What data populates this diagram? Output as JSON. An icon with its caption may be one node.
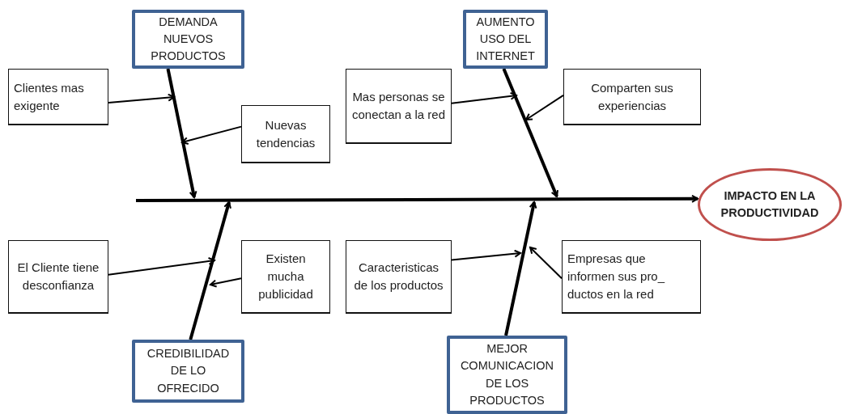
{
  "diagram": {
    "nodes": [
      {
        "text": [
          "DEMANDA NUEVOS PRODUCTOS"
        ]
      },
      {
        "text": [
          "AUMENTO USO DEL INTERNET"
        ]
      },
      {
        "text": [
          "Clientes mas exigente"
        ]
      },
      {
        "text": [
          "Nuevas tendencias"
        ]
      },
      {
        "text": [
          "Mas personas se conectan a la red"
        ]
      },
      {
        "text": [
          "Comparten sus experiencias"
        ]
      },
      {
        "text": [
          "IMPACTO EN LA PRODUCTIVIDAD"
        ]
      },
      {
        "text": [
          "El Cliente tiene desconfianza"
        ]
      },
      {
        "text": [
          "Existen mucha publicidad"
        ]
      },
      {
        "text": [
          "Caracteristicas de los productos"
        ]
      },
      {
        "text": [
          "Empresas que informen sus pro_ ductos en la red"
        ]
      },
      {
        "text": [
          "CREDIBILIDAD DE LO OFRECIDO"
        ]
      },
      {
        "text": [
          "MEJOR COMUNICACION DE LOS PRODUCTOS"
        ]
      }
    ],
    "edges": [
      {
        "from": null,
        "to": 6,
        "arrow": "to",
        "style": "thick"
      },
      {
        "from": 0,
        "to": null,
        "arrow": "to",
        "style": "thick"
      },
      {
        "from": 2,
        "to": null,
        "arrow": "to"
      },
      {
        "from": 3,
        "to": null,
        "arrow": "to"
      },
      {
        "from": 1,
        "to": null,
        "arrow": "to",
        "style": "thick"
      },
      {
        "from": 4,
        "to": null,
        "arrow": "to"
      },
      {
        "from": 5,
        "to": null,
        "arrow": "to"
      },
      {
        "from": 11,
        "to": null,
        "arrow": "to",
        "style": "thick"
      },
      {
        "from": 7,
        "to": null,
        "arrow": "to"
      },
      {
        "from": 8,
        "to": null,
        "arrow": "to"
      },
      {
        "from": 12,
        "to": null,
        "arrow": "to",
        "style": "thick"
      },
      {
        "from": 9,
        "to": null,
        "arrow": "to"
      },
      {
        "from": 10,
        "to": null,
        "arrow": "to"
      }
    ]
  }
}
